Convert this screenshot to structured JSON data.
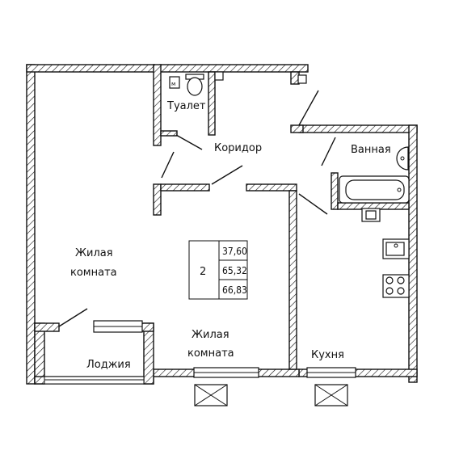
{
  "rooms": {
    "living_room_1": "Жилая\nкомната",
    "toilet": "Туалет",
    "toilet_marker": "м",
    "corridor": "Коридор",
    "bathroom": "Ванная",
    "living_room_2": "Жилая\nкомната",
    "loggia": "Лоджия",
    "kitchen": "Кухня"
  },
  "apartment": {
    "rooms_count": "2",
    "living_area": "37,60",
    "total_area": "65,32",
    "total_area_with_loggia": "66,83"
  }
}
